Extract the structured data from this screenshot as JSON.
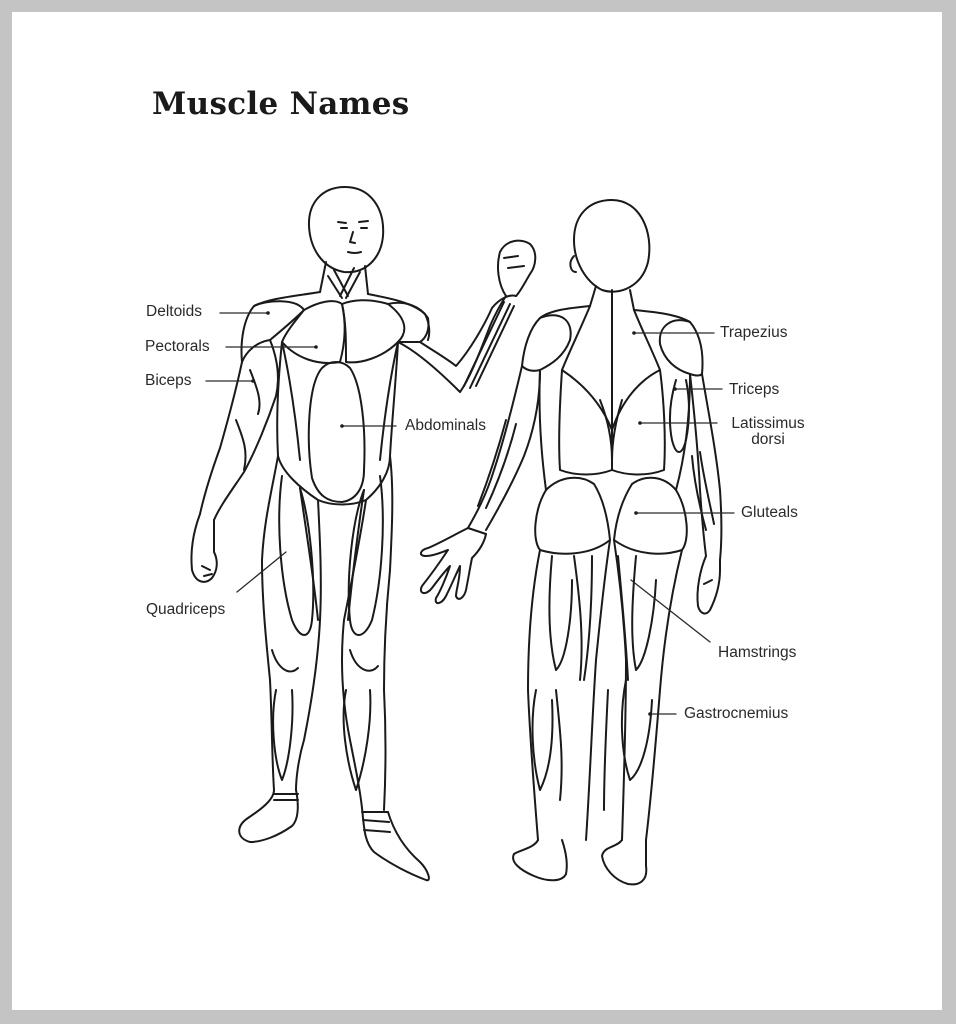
{
  "title": "Muscle Names",
  "colors": {
    "border": "#c4c4c4",
    "background": "#ffffff",
    "ink": "#1a1a1a"
  },
  "figures": {
    "front": {
      "view": "anterior",
      "labels": [
        {
          "id": "deltoids",
          "text": "Deltoids"
        },
        {
          "id": "pectorals",
          "text": "Pectorals"
        },
        {
          "id": "biceps",
          "text": "Biceps"
        },
        {
          "id": "abdominals",
          "text": "Abdominals"
        },
        {
          "id": "quadriceps",
          "text": "Quadriceps"
        }
      ]
    },
    "back": {
      "view": "posterior",
      "labels": [
        {
          "id": "trapezius",
          "text": "Trapezius"
        },
        {
          "id": "triceps",
          "text": "Triceps"
        },
        {
          "id": "latissimus",
          "text": "Latissimus",
          "text2": "dorsi"
        },
        {
          "id": "gluteals",
          "text": "Gluteals"
        },
        {
          "id": "hamstrings",
          "text": "Hamstrings"
        },
        {
          "id": "gastrocnemius",
          "text": "Gastrocnemius"
        }
      ]
    }
  }
}
